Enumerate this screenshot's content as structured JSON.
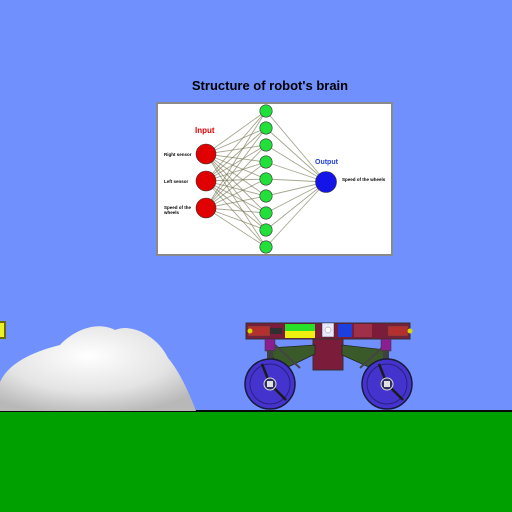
{
  "game": {
    "panel": {
      "title": "Structure of robot's brain",
      "input_label": "Input",
      "output_label": "Output",
      "inputs": [
        "Right sensor",
        "Left sensor",
        "Speed of the wheels"
      ],
      "output_text": "Speed of the wheels",
      "hidden_count": 9
    },
    "colors": {
      "sky": "#7090fe",
      "ground": "#00a000",
      "input_node": "#e00000",
      "hidden_node": "#22e03a",
      "output_node": "#1414e8",
      "wheel": "#4433cc",
      "chassis": "#7a1c3a"
    }
  }
}
